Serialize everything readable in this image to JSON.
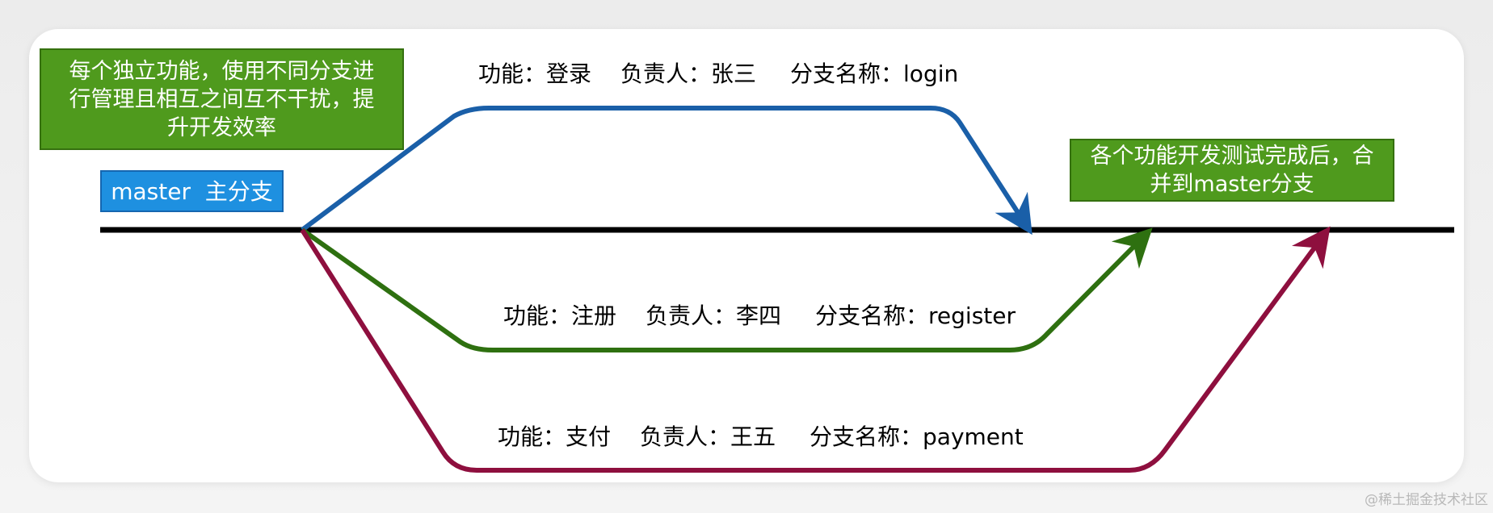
{
  "notes": {
    "independent_branches": "每个独立功能，使用不同分支进行管理且相互之间互不干扰，提升开发效率",
    "master_label": "master  主分支",
    "merge_note": "各个功能开发测试完成后，合并到master分支"
  },
  "branches": [
    {
      "feature": "功能：登录",
      "owner": "负责人：张三",
      "branch": "分支名称：login",
      "color": "#1a5fa8"
    },
    {
      "feature": "功能：注册",
      "owner": "负责人：李四",
      "branch": "分支名称：register",
      "color": "#2e7010"
    },
    {
      "feature": "功能：支付",
      "owner": "负责人：王五",
      "branch": "分支名称：payment",
      "color": "#8e0f3e"
    }
  ],
  "colors": {
    "master_line": "#000000",
    "note_green": "#4f9a1d",
    "note_blue": "#1e90e0"
  },
  "watermark": "@稀土掘金技术社区"
}
